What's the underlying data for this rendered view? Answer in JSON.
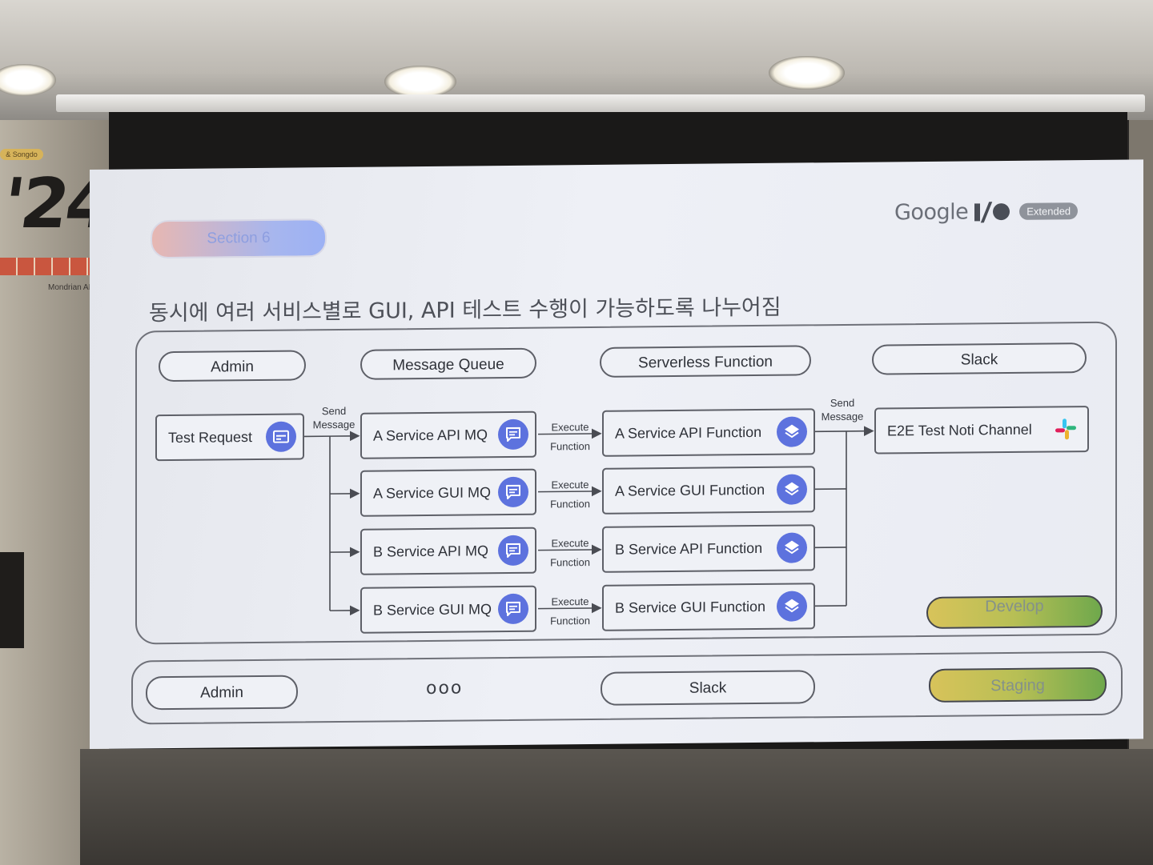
{
  "slide": {
    "section": "Section 6",
    "logo": {
      "google": "Google",
      "extended": "Extended"
    },
    "heading": "동시에 여러 서비스별로 GUI, API 테스트 수행이 가능하도록 나누어짐"
  },
  "columns": {
    "admin": "Admin",
    "queue": "Message Queue",
    "function": "Serverless Function",
    "slack": "Slack"
  },
  "nodes": {
    "test_request": "Test Request",
    "mq": [
      "A Service API MQ",
      "A Service GUI MQ",
      "B Service API MQ",
      "B Service GUI MQ"
    ],
    "functions": [
      "A Service API Function",
      "A Service GUI Function",
      "B Service API Function",
      "B Service GUI Function"
    ],
    "channel": "E2E Test Noti Channel"
  },
  "edges": {
    "send_message": [
      "Send",
      "Message"
    ],
    "execute_function": [
      "Execute",
      "Function"
    ]
  },
  "environments": {
    "develop": "Develop",
    "staging": "Staging",
    "staging_row": {
      "admin": "Admin",
      "ellipsis": "ooo",
      "slack": "Slack"
    }
  },
  "colors": {
    "icon_blue": "#5d72de",
    "develop_gradient": [
      "#d8c35a",
      "#6fa84c"
    ],
    "section_gradient": [
      "#e7b7b2",
      "#9cb1f4"
    ]
  },
  "icons": {
    "test_request": "web-window-icon",
    "mq": "chat-message-icon",
    "function": "layers-diamond-icon",
    "channel": "slack-logo-icon"
  },
  "room": {
    "banner_year": "'24",
    "banner_tag": "& Songdo",
    "banner_sponsor": "Mondrian AI"
  }
}
